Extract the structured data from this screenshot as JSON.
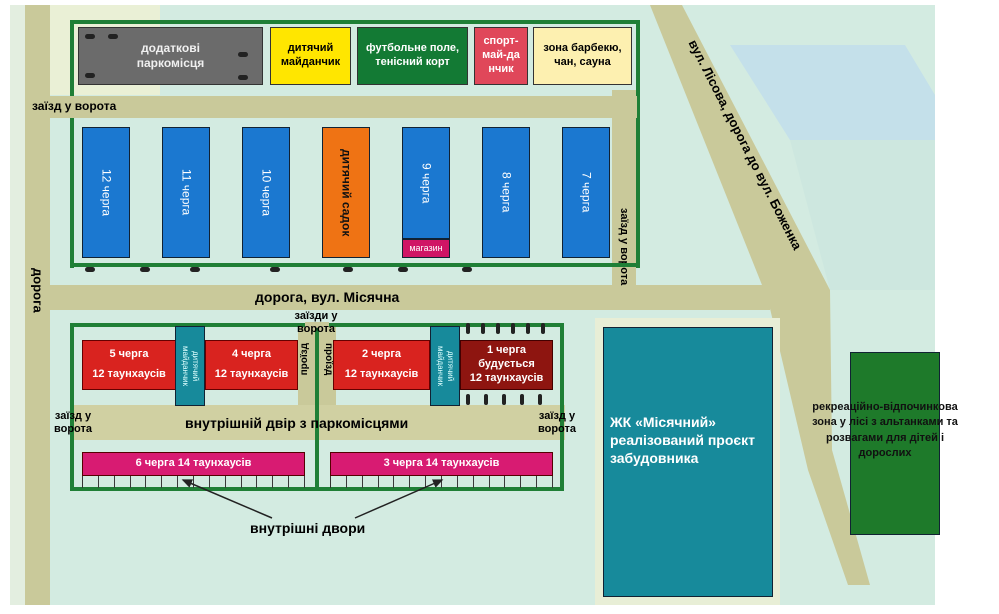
{
  "top_zone": {
    "parking": "додаткові паркомісця",
    "playground": "дитячий майданчик",
    "football": "футбольне поле, тенісний корт",
    "sport": "спорт-май-данчик",
    "bbq": "зона барбекю, чан, сауна"
  },
  "roads": {
    "entrance_top": "заїзд у ворота",
    "entrance_right": "заїзд у ворота",
    "left_road": "дорога",
    "main_road": "дорога, вул. Місячна",
    "diagonal": "вул. Лісова, дорога до вул. Боженка",
    "entrances_center": "заїзди у ворота",
    "entrance_left": "заїзд у ворота",
    "entrance_right_low": "заїзд у ворота",
    "pass1": "проїзд",
    "pass2": "проїзд"
  },
  "queues_top": [
    {
      "label": "12 черга"
    },
    {
      "label": "11 черга"
    },
    {
      "label": "10 черга"
    },
    {
      "label": "дитячий садок"
    },
    {
      "label": "9 черга"
    },
    {
      "label": "8 черга"
    },
    {
      "label": "7 черга"
    }
  ],
  "shop": "магазин",
  "bottom": {
    "q5": "5 черга",
    "q5sub": "12 таунхаусів",
    "q4": "4 черга",
    "q4sub": "12 таунхаусів",
    "q2": "2 черга",
    "q2sub": "12 таунхаусів",
    "q1": "1 черга",
    "q1status": "будується",
    "q1sub": "12 таунхаусів",
    "play1": "дитячий майданчик",
    "play2": "дитячий майданчик",
    "yard": "внутрішній двір з паркомісцями",
    "q6": "6 черга 14 таунхаусів",
    "q3": "3 черга 14 таунхаусів",
    "inner_yards": "внутрішні двори"
  },
  "complex": "ЖК «Місячний» реалізований проєкт забудовника",
  "recreation": "рекреаційно-відпочинкова зона у лісі з альтанками та розвагами для дітей і дорослих",
  "colors": {
    "road": "#c9c99a",
    "border": "#1f7f36",
    "blue": "#1b78d0",
    "red": "#d9231f",
    "teal": "#178a9b",
    "pink": "#d81b72"
  }
}
